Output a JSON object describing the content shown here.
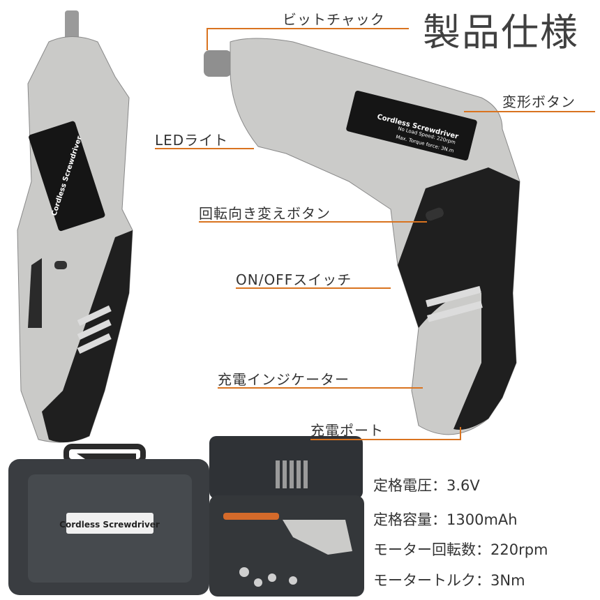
{
  "title": "製品仕様",
  "callouts": {
    "bit_chuck": "ビットチャック",
    "transform_button": "変形ボタン",
    "led_light": "LEDライト",
    "direction_button": "回転向き変えボタン",
    "power_switch": "ON/OFFスイッチ",
    "charge_indicator": "充電インジケーター",
    "charge_port": "充電ポート"
  },
  "product_label": {
    "name": "Cordless Screwdriver",
    "line1": "No Load Speed: 220rpm",
    "line2": "Max. Torque force: 3N.m"
  },
  "case_label": "Cordless Screwdriver",
  "specs": [
    {
      "label": "定格電圧",
      "value": "3.6V"
    },
    {
      "label": "定格容量",
      "value": "1300mAh"
    },
    {
      "label": "モーター回転数",
      "value": "220rpm"
    },
    {
      "label": "モータートルク",
      "value": "3Nm"
    }
  ],
  "colors": {
    "accent_line": "#d9731f",
    "body": "#c9c9c7",
    "grip": "#1f1f1f"
  }
}
